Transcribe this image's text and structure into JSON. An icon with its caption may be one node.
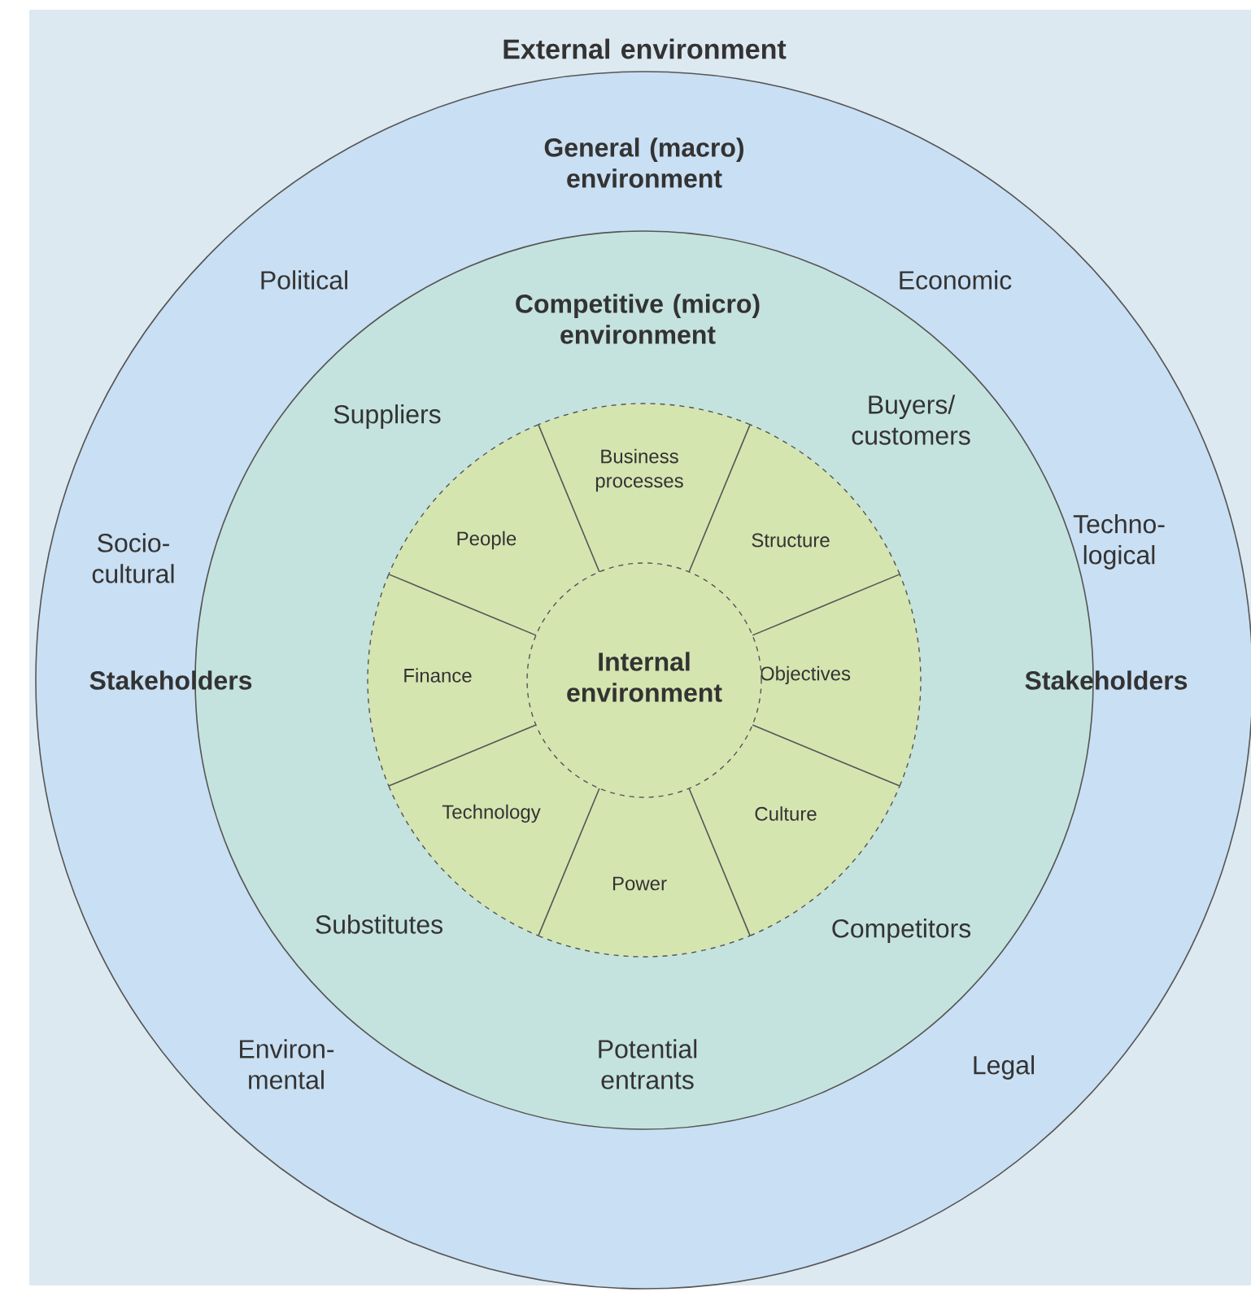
{
  "diagram": {
    "nodes": [
      {
        "text": [
          "External environment"
        ]
      },
      {
        "text": [
          "General (macro) environment",
          "Political",
          "Economic",
          "Socio- cultural",
          "Techno- logical",
          "Stakeholders",
          "Stakeholders",
          "Environ- mental",
          "Legal"
        ],
        "in": 0
      },
      {
        "text": [
          "Competitive (micro) environment",
          "Suppliers",
          "Buyers/ customers",
          "Substitutes",
          "Competitors",
          "Potential entrants"
        ],
        "in": 1
      },
      {
        "text": [
          "Internal environment"
        ],
        "in": 2
      },
      {
        "text": [
          "Business processes"
        ],
        "in": 2
      },
      {
        "text": [
          "Structure"
        ],
        "in": 2
      },
      {
        "text": [
          "Objectives"
        ],
        "in": 2
      },
      {
        "text": [
          "Culture"
        ],
        "in": 2
      },
      {
        "text": [
          "Power"
        ],
        "in": 2
      },
      {
        "text": [
          "Technology"
        ],
        "in": 2
      },
      {
        "text": [
          "Finance"
        ],
        "in": 2
      },
      {
        "text": [
          "People"
        ],
        "in": 2
      }
    ]
  }
}
